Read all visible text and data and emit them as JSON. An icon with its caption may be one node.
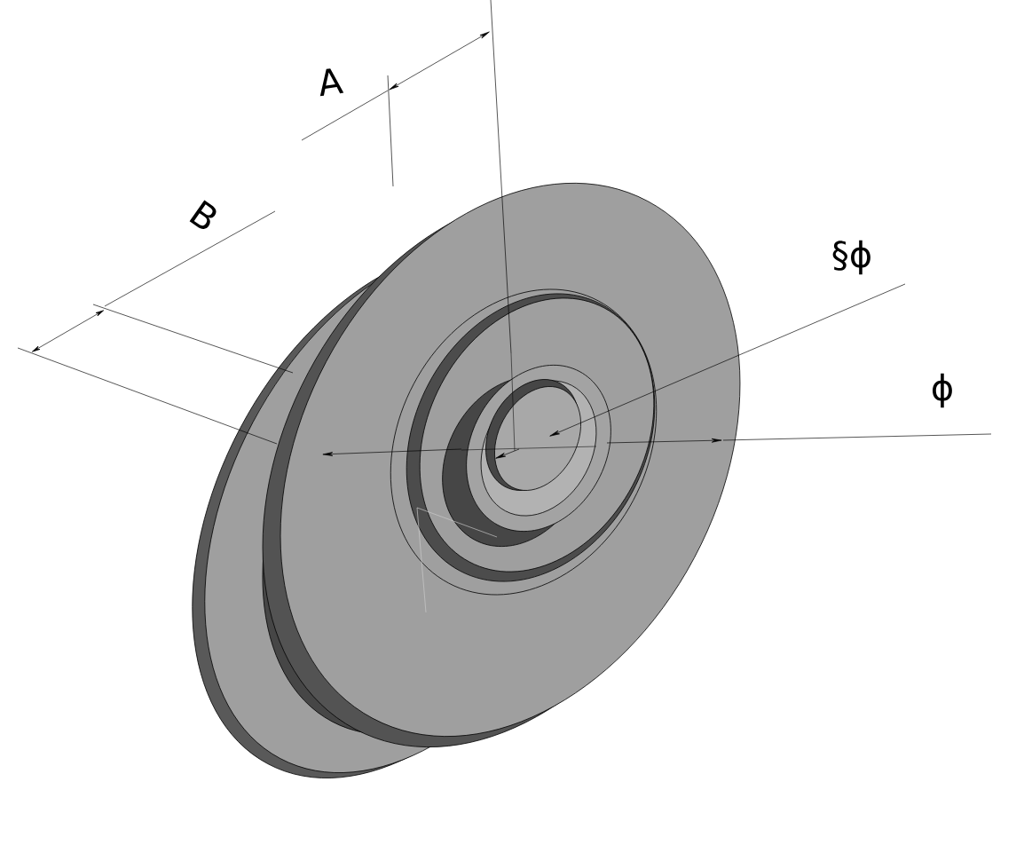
{
  "diagram": {
    "labels": [
      "A",
      "B",
      "§ϕ",
      "ϕ"
    ]
  }
}
